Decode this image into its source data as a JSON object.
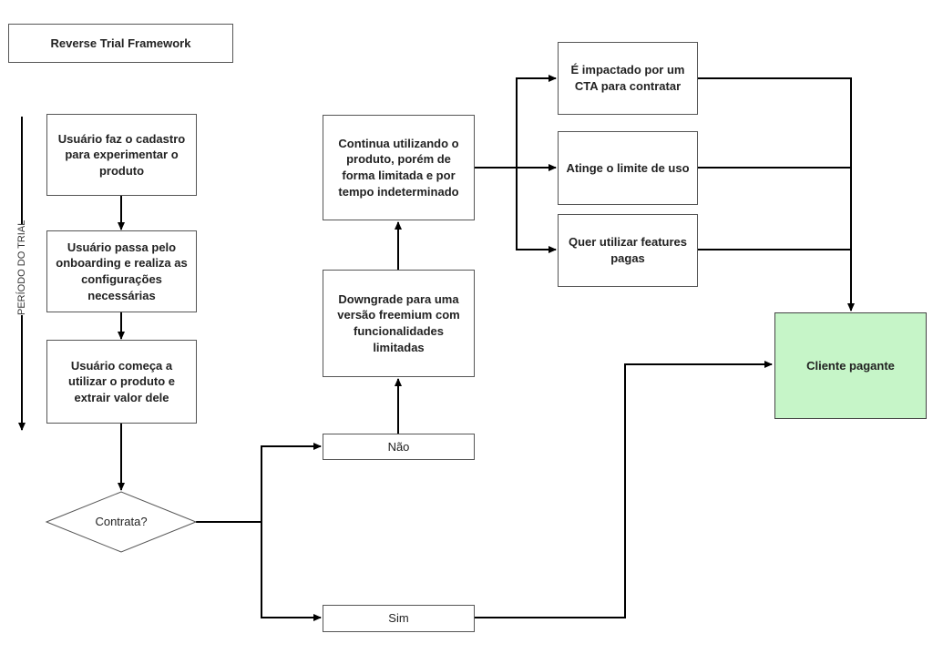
{
  "title": "Reverse Trial Framework",
  "side_label": "PERÍODO DO TRIAL",
  "steps": {
    "signup": "Usuário faz o cadastro para experimentar o produto",
    "onboarding": "Usuário passa pelo onboarding e realiza as configurações necessárias",
    "value": "Usuário começa a utilizar o produto e extrair valor dele",
    "decision": "Contrata?",
    "no": "Não",
    "yes": "Sim",
    "downgrade": "Downgrade para uma versão freemium com funcionalidades limitadas",
    "continue": "Continua utilizando o produto, porém de forma limitada e por tempo indeterminado",
    "cta": "É impactado por um CTA para contratar",
    "limit": "Atinge o limite de uso",
    "features": "Quer utilizar features pagas",
    "customer": "Cliente pagante"
  },
  "colors": {
    "line": "#000000",
    "customer_fill": "#c6f5c8"
  }
}
